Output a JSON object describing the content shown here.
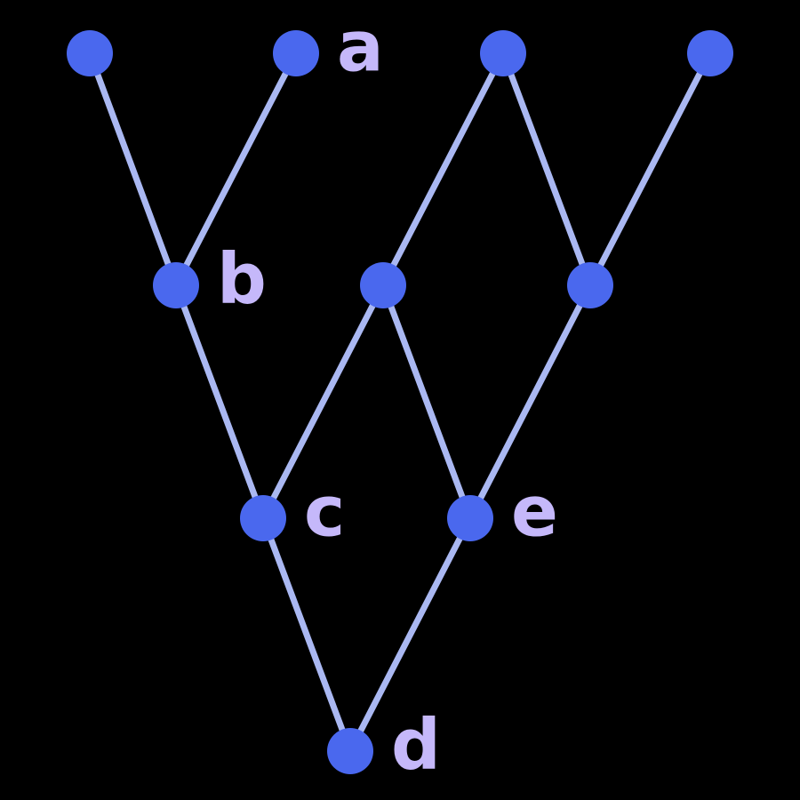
{
  "diagram": {
    "colors": {
      "background": "#000000",
      "edge": "#aab8f2",
      "node": "#4a68ee",
      "label": "#c5b8fa"
    },
    "nodes": [
      {
        "id": "n1",
        "label": ""
      },
      {
        "id": "n2",
        "label": "a"
      },
      {
        "id": "n3",
        "label": ""
      },
      {
        "id": "n4",
        "label": ""
      },
      {
        "id": "n5",
        "label": "b"
      },
      {
        "id": "n6",
        "label": ""
      },
      {
        "id": "n7",
        "label": ""
      },
      {
        "id": "n8",
        "label": "c"
      },
      {
        "id": "n9",
        "label": "e"
      },
      {
        "id": "n10",
        "label": "d"
      }
    ],
    "edges": [
      [
        "n1",
        "n5"
      ],
      [
        "n2",
        "n5"
      ],
      [
        "n3",
        "n6"
      ],
      [
        "n3",
        "n7"
      ],
      [
        "n4",
        "n7"
      ],
      [
        "n5",
        "n8"
      ],
      [
        "n6",
        "n8"
      ],
      [
        "n6",
        "n9"
      ],
      [
        "n7",
        "n9"
      ],
      [
        "n8",
        "n10"
      ],
      [
        "n9",
        "n10"
      ]
    ]
  }
}
